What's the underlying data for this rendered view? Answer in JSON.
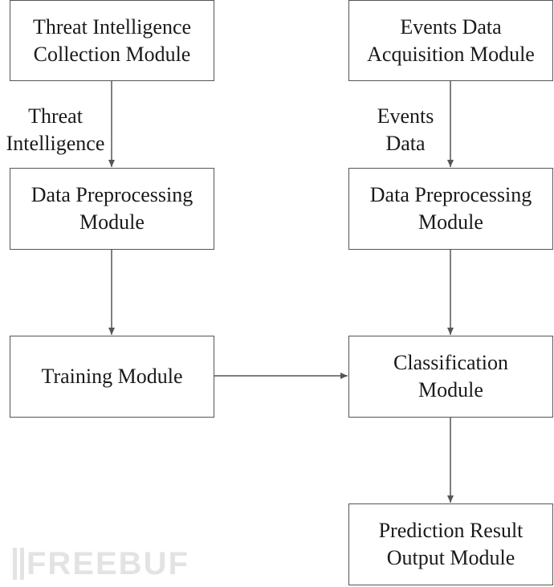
{
  "nodes": {
    "ti_collection": {
      "line1": "Threat Intelligence",
      "line2": "Collection Module"
    },
    "events_acquisition": {
      "line1": "Events Data",
      "line2": "Acquisition Module"
    },
    "preprocess_left": {
      "line1": "Data Preprocessing",
      "line2": "Module"
    },
    "preprocess_right": {
      "line1": "Data Preprocessing",
      "line2": "Module"
    },
    "training": {
      "line1": "Training Module"
    },
    "classification": {
      "line1": "Classification",
      "line2": "Module"
    },
    "prediction": {
      "line1": "Prediction Result",
      "line2": "Output Module"
    }
  },
  "edge_labels": {
    "threat_intel": {
      "line1": "Threat",
      "line2": "Intelligence"
    },
    "events_data": {
      "line1": "Events",
      "line2": "Data"
    }
  },
  "edges": [
    {
      "from": "ti_collection",
      "to": "preprocess_left",
      "label": "threat_intel"
    },
    {
      "from": "events_acquisition",
      "to": "preprocess_right",
      "label": "events_data"
    },
    {
      "from": "preprocess_left",
      "to": "training"
    },
    {
      "from": "preprocess_right",
      "to": "classification"
    },
    {
      "from": "training",
      "to": "classification"
    },
    {
      "from": "classification",
      "to": "prediction"
    }
  ],
  "watermark": {
    "text": "FREEBUF"
  },
  "colors": {
    "line": "#555555",
    "text": "#1a1a1a",
    "watermark": "#e3e3e3"
  }
}
